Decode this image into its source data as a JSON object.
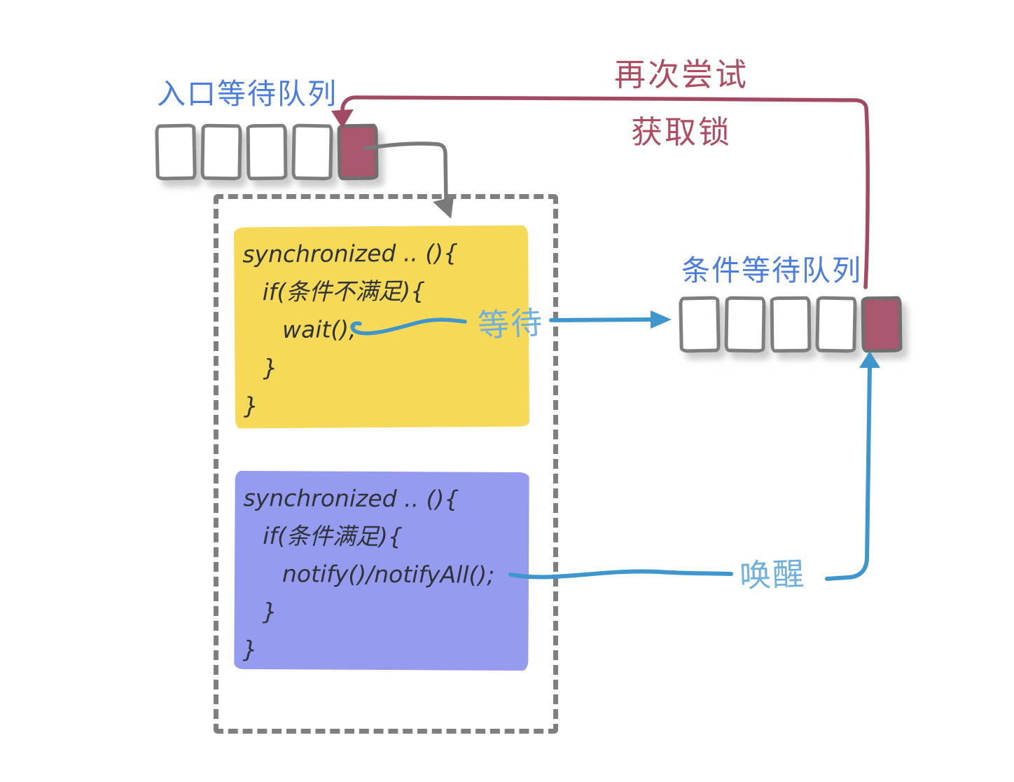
{
  "queues": {
    "entry_wait_queue": {
      "label": "入口等待队列",
      "cells": [
        "empty",
        "empty",
        "empty",
        "empty",
        "occupied"
      ]
    },
    "condition_wait_queue": {
      "label": "条件等待队列",
      "cells": [
        "empty",
        "empty",
        "empty",
        "empty",
        "occupied"
      ]
    }
  },
  "code_blocks": [
    {
      "name": "wait-block",
      "background": "#f6d957",
      "lines": [
        "synchronized .. (){",
        "if(条件不满足){",
        "wait();",
        "}",
        "}"
      ]
    },
    {
      "name": "notify-block",
      "background": "#959bef",
      "lines": [
        "synchronized .. (){",
        "if(条件满足){",
        "notify()/notifyAll();",
        "}",
        "}"
      ]
    }
  ],
  "annotations": {
    "retry_line1": "再次尝试",
    "retry_line2": "获取锁",
    "wait": "等待",
    "wake": "唤醒"
  },
  "colors": {
    "queue_label_blue": "#4b7de0",
    "annotation_blue": "#6fb0dd",
    "arrow_blue": "#3e96cc",
    "maroon_fill": "#a8586d",
    "maroon_line": "#a34a63",
    "gray_line": "#7a7a7a",
    "wait_block_yellow": "#f6d957",
    "notify_block_purple": "#959bef",
    "code_text": "#2e3338"
  }
}
